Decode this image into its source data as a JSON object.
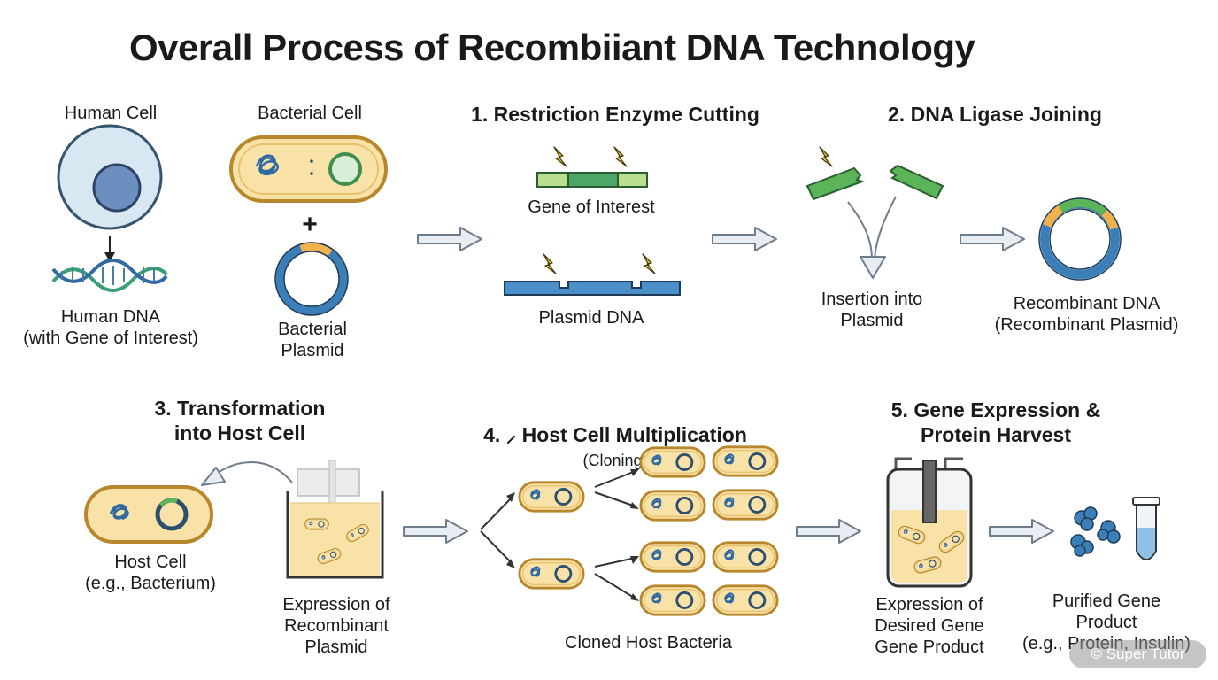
{
  "title": "Overall Process of Recombiiant DNA Technology",
  "labels": {
    "human_cell": "Human Cell",
    "bacterial_cell": "Bacterial Cell",
    "human_dna": "Human DNA\n(with Gene of Interest)",
    "plus": "+",
    "bacterial_plasmid": "Bacterial\nPlasmid",
    "gene_of_interest": "Gene of Interest",
    "plasmid_dna": "Plasmid DNA",
    "insertion": "Insertion into\nPlasmid",
    "recombinant_dna": "Recombinant DNA\n(Recombinant Plasmid)",
    "host_cell": "Host Cell\n(e.g., Bacterium)",
    "expression_plasmid": "Expression of\nRecombinant\nPlasmid",
    "cloned_bacteria": "Cloned Host Bacteria",
    "expression_gene": "Expression of\nDesired Gene\nGene Product",
    "purified_product": "Purified Gene\nProduct\n(e.g., Protein, Insulin)"
  },
  "steps": {
    "step1": "1. Restriction Enzyme Cutting",
    "step2": "2. DNA Ligase Joining",
    "step3": "3. Transformation\ninto Host Cell",
    "step4": "4. ⸝ Host Cell Multiplication",
    "step4_suffix": "(Cloning)",
    "step5": "5. Gene Expression &\nProtein Harvest"
  },
  "watermark": "© Super Tutor",
  "colors": {
    "green": "#5bb35a",
    "plasmid_blue": "#3b7fb8",
    "plasmid_orange": "#f1b14b",
    "cell_fill": "#f9e2a8",
    "cell_border": "#d9a53c",
    "human_cell_fill": "#d7e8f2",
    "nucleus": "#6d8fc0",
    "arrow": "#e7edf3"
  }
}
